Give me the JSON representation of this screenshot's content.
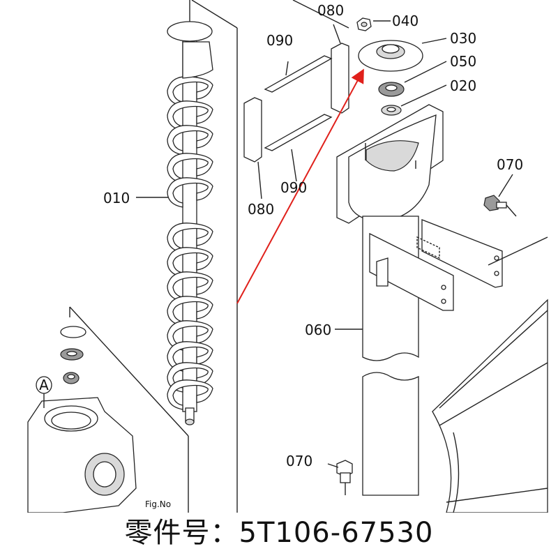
{
  "labels": {
    "p010": "010",
    "p020": "020",
    "p030": "030",
    "p040": "040",
    "p050": "050",
    "p060": "060",
    "p070a": "070",
    "p070b": "070",
    "p080a": "080",
    "p080b": "080",
    "p090a": "090",
    "p090b": "090",
    "markerA": "A",
    "fig": "Fig.No"
  },
  "caption": "零件号：5T106-67530",
  "colors": {
    "highlight_arrow": "#e0201b",
    "line": "#222222"
  }
}
